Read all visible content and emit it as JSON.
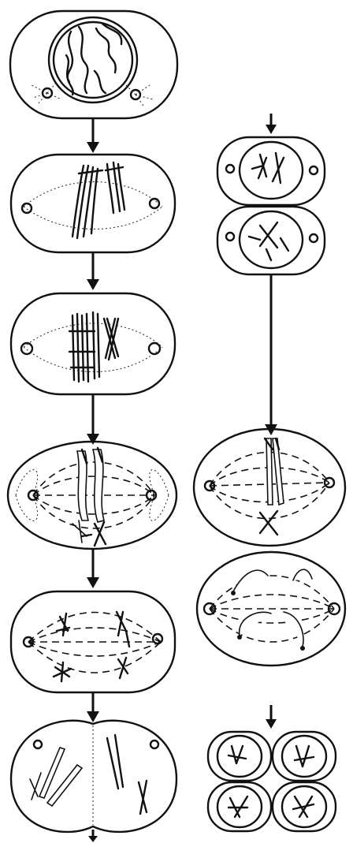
{
  "figure": {
    "columns": [
      {
        "id": "left",
        "stages": [
          {
            "id": "interphase-nucleus"
          },
          {
            "id": "paired-chromosomes"
          },
          {
            "id": "condensed-tetrads"
          },
          {
            "id": "metaphase-spindle"
          },
          {
            "id": "anaphase-separation"
          },
          {
            "id": "telophase-division"
          }
        ]
      },
      {
        "id": "right",
        "stages": [
          {
            "id": "two-daughter-cells"
          },
          {
            "id": "second-metaphase"
          },
          {
            "id": "second-anaphase"
          },
          {
            "id": "four-daughter-cells"
          }
        ]
      }
    ],
    "colors": {
      "ink": "#111111",
      "background": "#ffffff"
    }
  }
}
